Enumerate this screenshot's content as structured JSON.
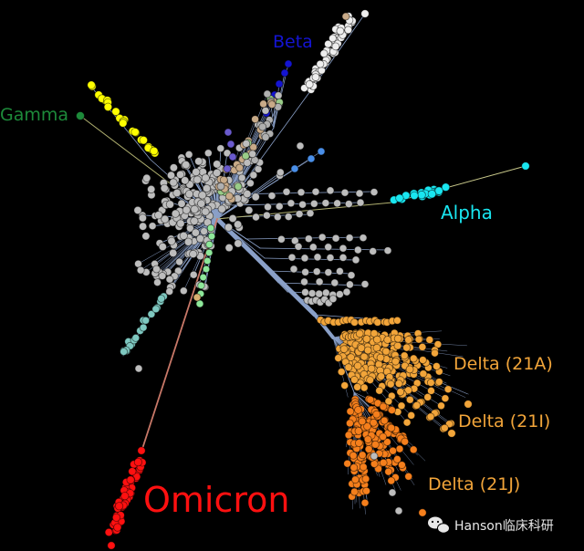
{
  "labels": {
    "beta": "Beta",
    "gamma": "Gamma",
    "alpha": "Alpha",
    "delta_21a": "Delta (21A)",
    "delta_21i": "Delta (21I)",
    "delta_21j": "Delta (21J)",
    "omicron": "Omicron"
  },
  "watermark": {
    "text": "Hanson临床科研",
    "icon": "wechat-icon"
  },
  "colors": {
    "background": "#000000",
    "beta": "#1414d2",
    "gamma": "#1d8a3a",
    "alpha": "#19e6f0",
    "delta": "#f2a53a",
    "delta_21j": "#f57f1c",
    "omicron": "#ff1010",
    "other": "#bdbdbd",
    "branch": "#8aa0c8",
    "yellow_clade": "#ffff00",
    "white_clade": "#eeeeee",
    "tan_clade": "#c8aa88",
    "teal_clade": "#7ec8c0",
    "green_clade": "#8ee89a"
  }
}
